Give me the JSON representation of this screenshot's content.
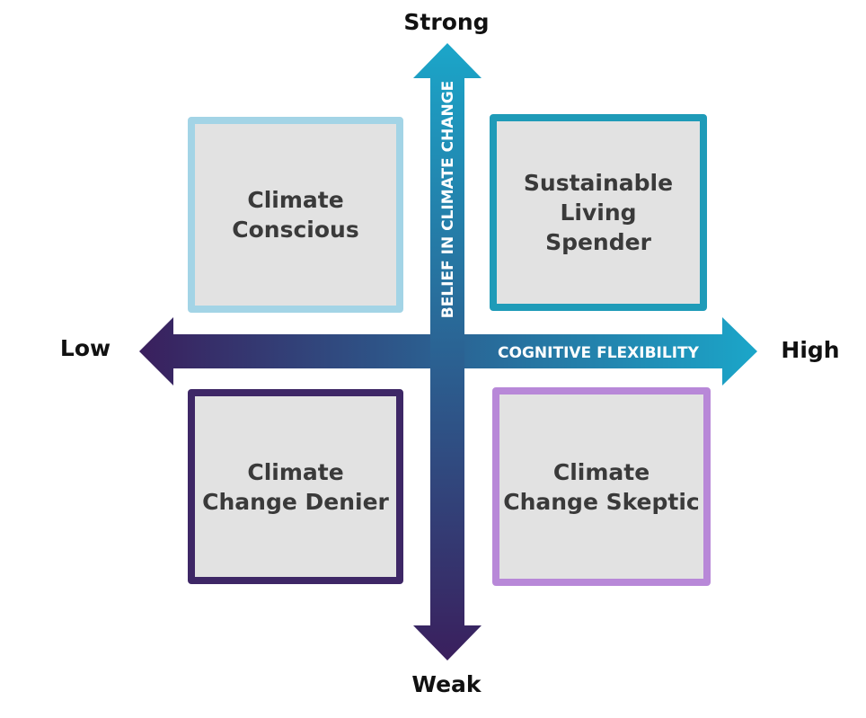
{
  "axes": {
    "vertical": {
      "label": "BELIEF IN CLIMATE CHANGE",
      "top": "Strong",
      "bottom": "Weak"
    },
    "horizontal": {
      "label": "COGNITIVE FLEXIBILITY",
      "left": "Low",
      "right": "High"
    }
  },
  "quadrants": {
    "top_left": {
      "lines": [
        "Climate",
        "Conscious"
      ],
      "border_color": "#a3d4e6"
    },
    "top_right": {
      "lines": [
        "Sustainable",
        "Living",
        "Spender"
      ],
      "border_color": "#1f9bb8"
    },
    "bottom_left": {
      "lines": [
        "Climate",
        "Change Denier"
      ],
      "border_color": "#3e2766"
    },
    "bottom_right": {
      "lines": [
        "Climate",
        "Change Skeptic"
      ],
      "border_color": "#b888d8"
    }
  },
  "colors": {
    "arrow_start": "#3a1f5d",
    "arrow_end": "#1ba6c9",
    "quadrant_fill": "#e2e2e2",
    "quadrant_text": "#3a3a3a"
  }
}
